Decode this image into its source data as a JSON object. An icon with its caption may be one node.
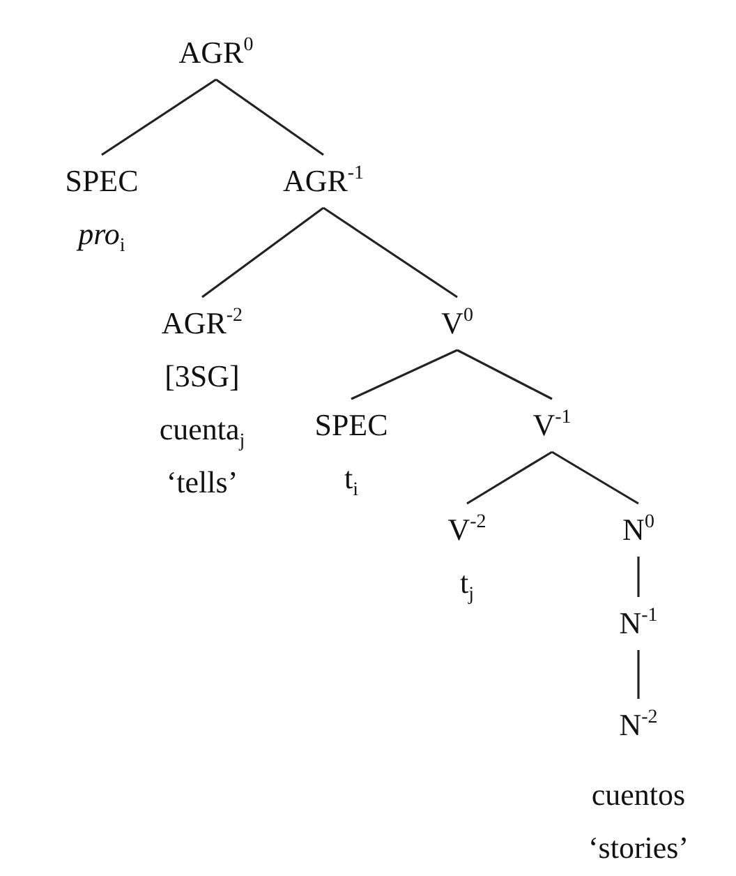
{
  "diagram": {
    "nodes": [
      {
        "text": [
          "AGR$^{0}$"
        ]
      },
      {
        "text": [
          "SPEC"
        ],
        "beside": [
          "*pro*$_{i}$"
        ]
      },
      {
        "text": [
          "AGR$^{-1}$"
        ]
      },
      {
        "text": [
          "AGR$^{-2}$"
        ],
        "beside": [
          "[3SG]",
          "cuenta$_{j}$",
          "‘tells’"
        ]
      },
      {
        "text": [
          "V$^{0}$"
        ]
      },
      {
        "text": [
          "SPEC"
        ],
        "beside": [
          "t$_{i}$"
        ]
      },
      {
        "text": [
          "V$^{-1}$"
        ]
      },
      {
        "text": [
          "V$^{-2}$"
        ],
        "beside": [
          "t$_{j}$"
        ]
      },
      {
        "text": [
          "N$^{0}$"
        ]
      },
      {
        "text": [
          "N$^{-1}$"
        ]
      },
      {
        "text": [
          "N$^{-2}$"
        ],
        "beside": [
          "cuentos",
          "‘stories’"
        ]
      }
    ],
    "edges": [
      {
        "from": 0,
        "to": 1,
        "arrow": "none"
      },
      {
        "from": 0,
        "to": 2,
        "arrow": "none"
      },
      {
        "from": 2,
        "to": 3,
        "arrow": "none"
      },
      {
        "from": 2,
        "to": 4,
        "arrow": "none"
      },
      {
        "from": 4,
        "to": 5,
        "arrow": "none"
      },
      {
        "from": 4,
        "to": 6,
        "arrow": "none"
      },
      {
        "from": 6,
        "to": 7,
        "arrow": "none"
      },
      {
        "from": 6,
        "to": 8,
        "arrow": "none"
      },
      {
        "from": 8,
        "to": 9,
        "arrow": "none"
      },
      {
        "from": 9,
        "to": 10,
        "arrow": "none"
      }
    ]
  }
}
